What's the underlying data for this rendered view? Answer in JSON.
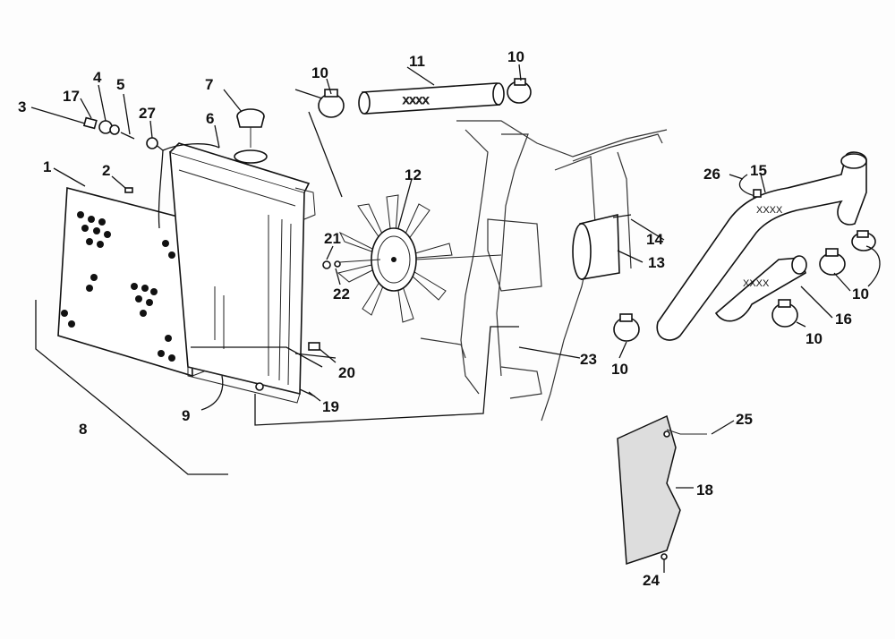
{
  "diagram": {
    "callouts": [
      {
        "id": "c1",
        "text": "1"
      },
      {
        "id": "c2",
        "text": "2"
      },
      {
        "id": "c3",
        "text": "3"
      },
      {
        "id": "c4",
        "text": "4"
      },
      {
        "id": "c5",
        "text": "5"
      },
      {
        "id": "c6",
        "text": "6"
      },
      {
        "id": "c7",
        "text": "7"
      },
      {
        "id": "c8",
        "text": "8"
      },
      {
        "id": "c9",
        "text": "9"
      },
      {
        "id": "c10a",
        "text": "10"
      },
      {
        "id": "c10b",
        "text": "10"
      },
      {
        "id": "c10c",
        "text": "10"
      },
      {
        "id": "c10d",
        "text": "10"
      },
      {
        "id": "c10e",
        "text": "10"
      },
      {
        "id": "c11",
        "text": "11"
      },
      {
        "id": "c12",
        "text": "12"
      },
      {
        "id": "c13",
        "text": "13"
      },
      {
        "id": "c14",
        "text": "14"
      },
      {
        "id": "c15",
        "text": "15"
      },
      {
        "id": "c16",
        "text": "16"
      },
      {
        "id": "c17",
        "text": "17"
      },
      {
        "id": "c18",
        "text": "18"
      },
      {
        "id": "c19",
        "text": "19"
      },
      {
        "id": "c20",
        "text": "20"
      },
      {
        "id": "c21",
        "text": "21"
      },
      {
        "id": "c22",
        "text": "22"
      },
      {
        "id": "c23",
        "text": "23"
      },
      {
        "id": "c24",
        "text": "24"
      },
      {
        "id": "c25",
        "text": "25"
      },
      {
        "id": "c26",
        "text": "26"
      },
      {
        "id": "c27",
        "text": "27"
      }
    ],
    "hose_marking": "XXXX"
  }
}
